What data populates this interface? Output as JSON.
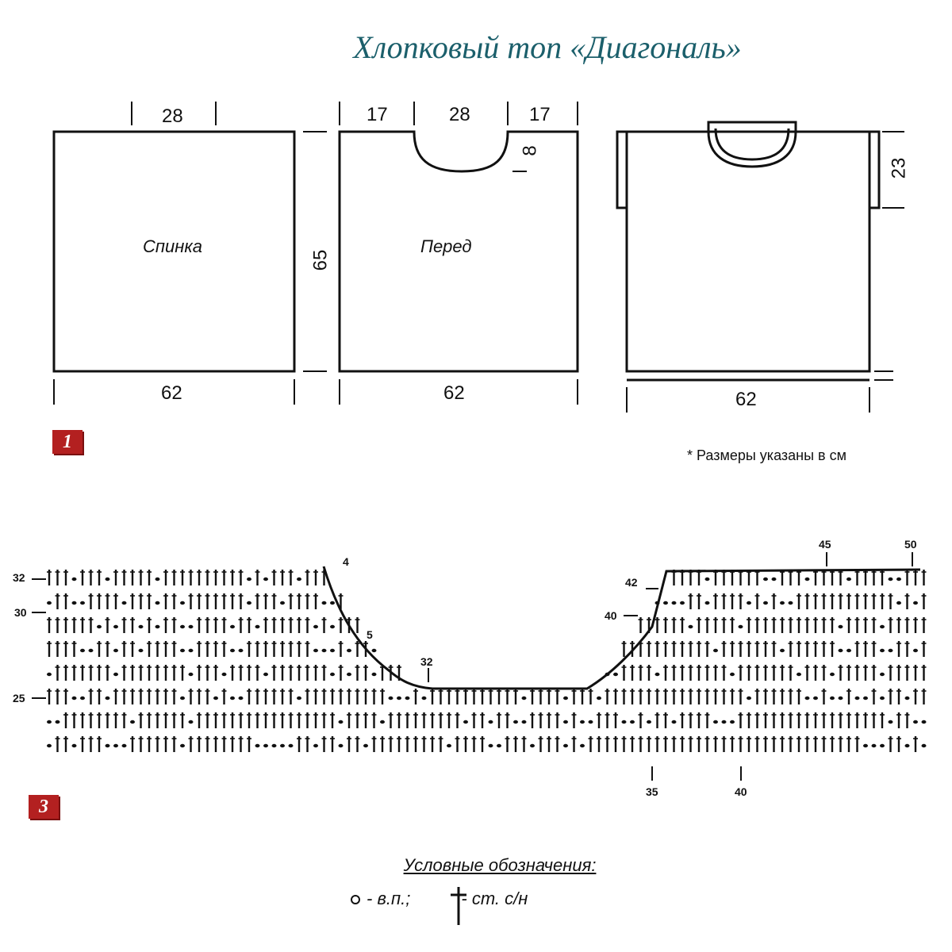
{
  "title": "Хлопковый топ «Диагональ»",
  "figure1": {
    "badge": "1",
    "back": {
      "name": "Спинка",
      "top_width": "28",
      "bottom_width": "62"
    },
    "front": {
      "name": "Перед",
      "left_shoulder": "17",
      "neck_width": "28",
      "right_shoulder": "17",
      "neck_depth": "8",
      "bottom_width": "62"
    },
    "body_height": "65",
    "assembled": {
      "sleeve_height": "23",
      "bottom_width": "62"
    },
    "note": "* Размеры указаны в см"
  },
  "figure3": {
    "badge": "3",
    "row_labels_left": [
      "32",
      "30",
      "25"
    ],
    "annotations": [
      "4",
      "5",
      "32",
      "42",
      "40",
      "45",
      "50",
      "35",
      "40"
    ]
  },
  "legend": {
    "title": "Условные обозначения:",
    "chain": "- в.п.;",
    "dc": "- ст. с/н"
  }
}
